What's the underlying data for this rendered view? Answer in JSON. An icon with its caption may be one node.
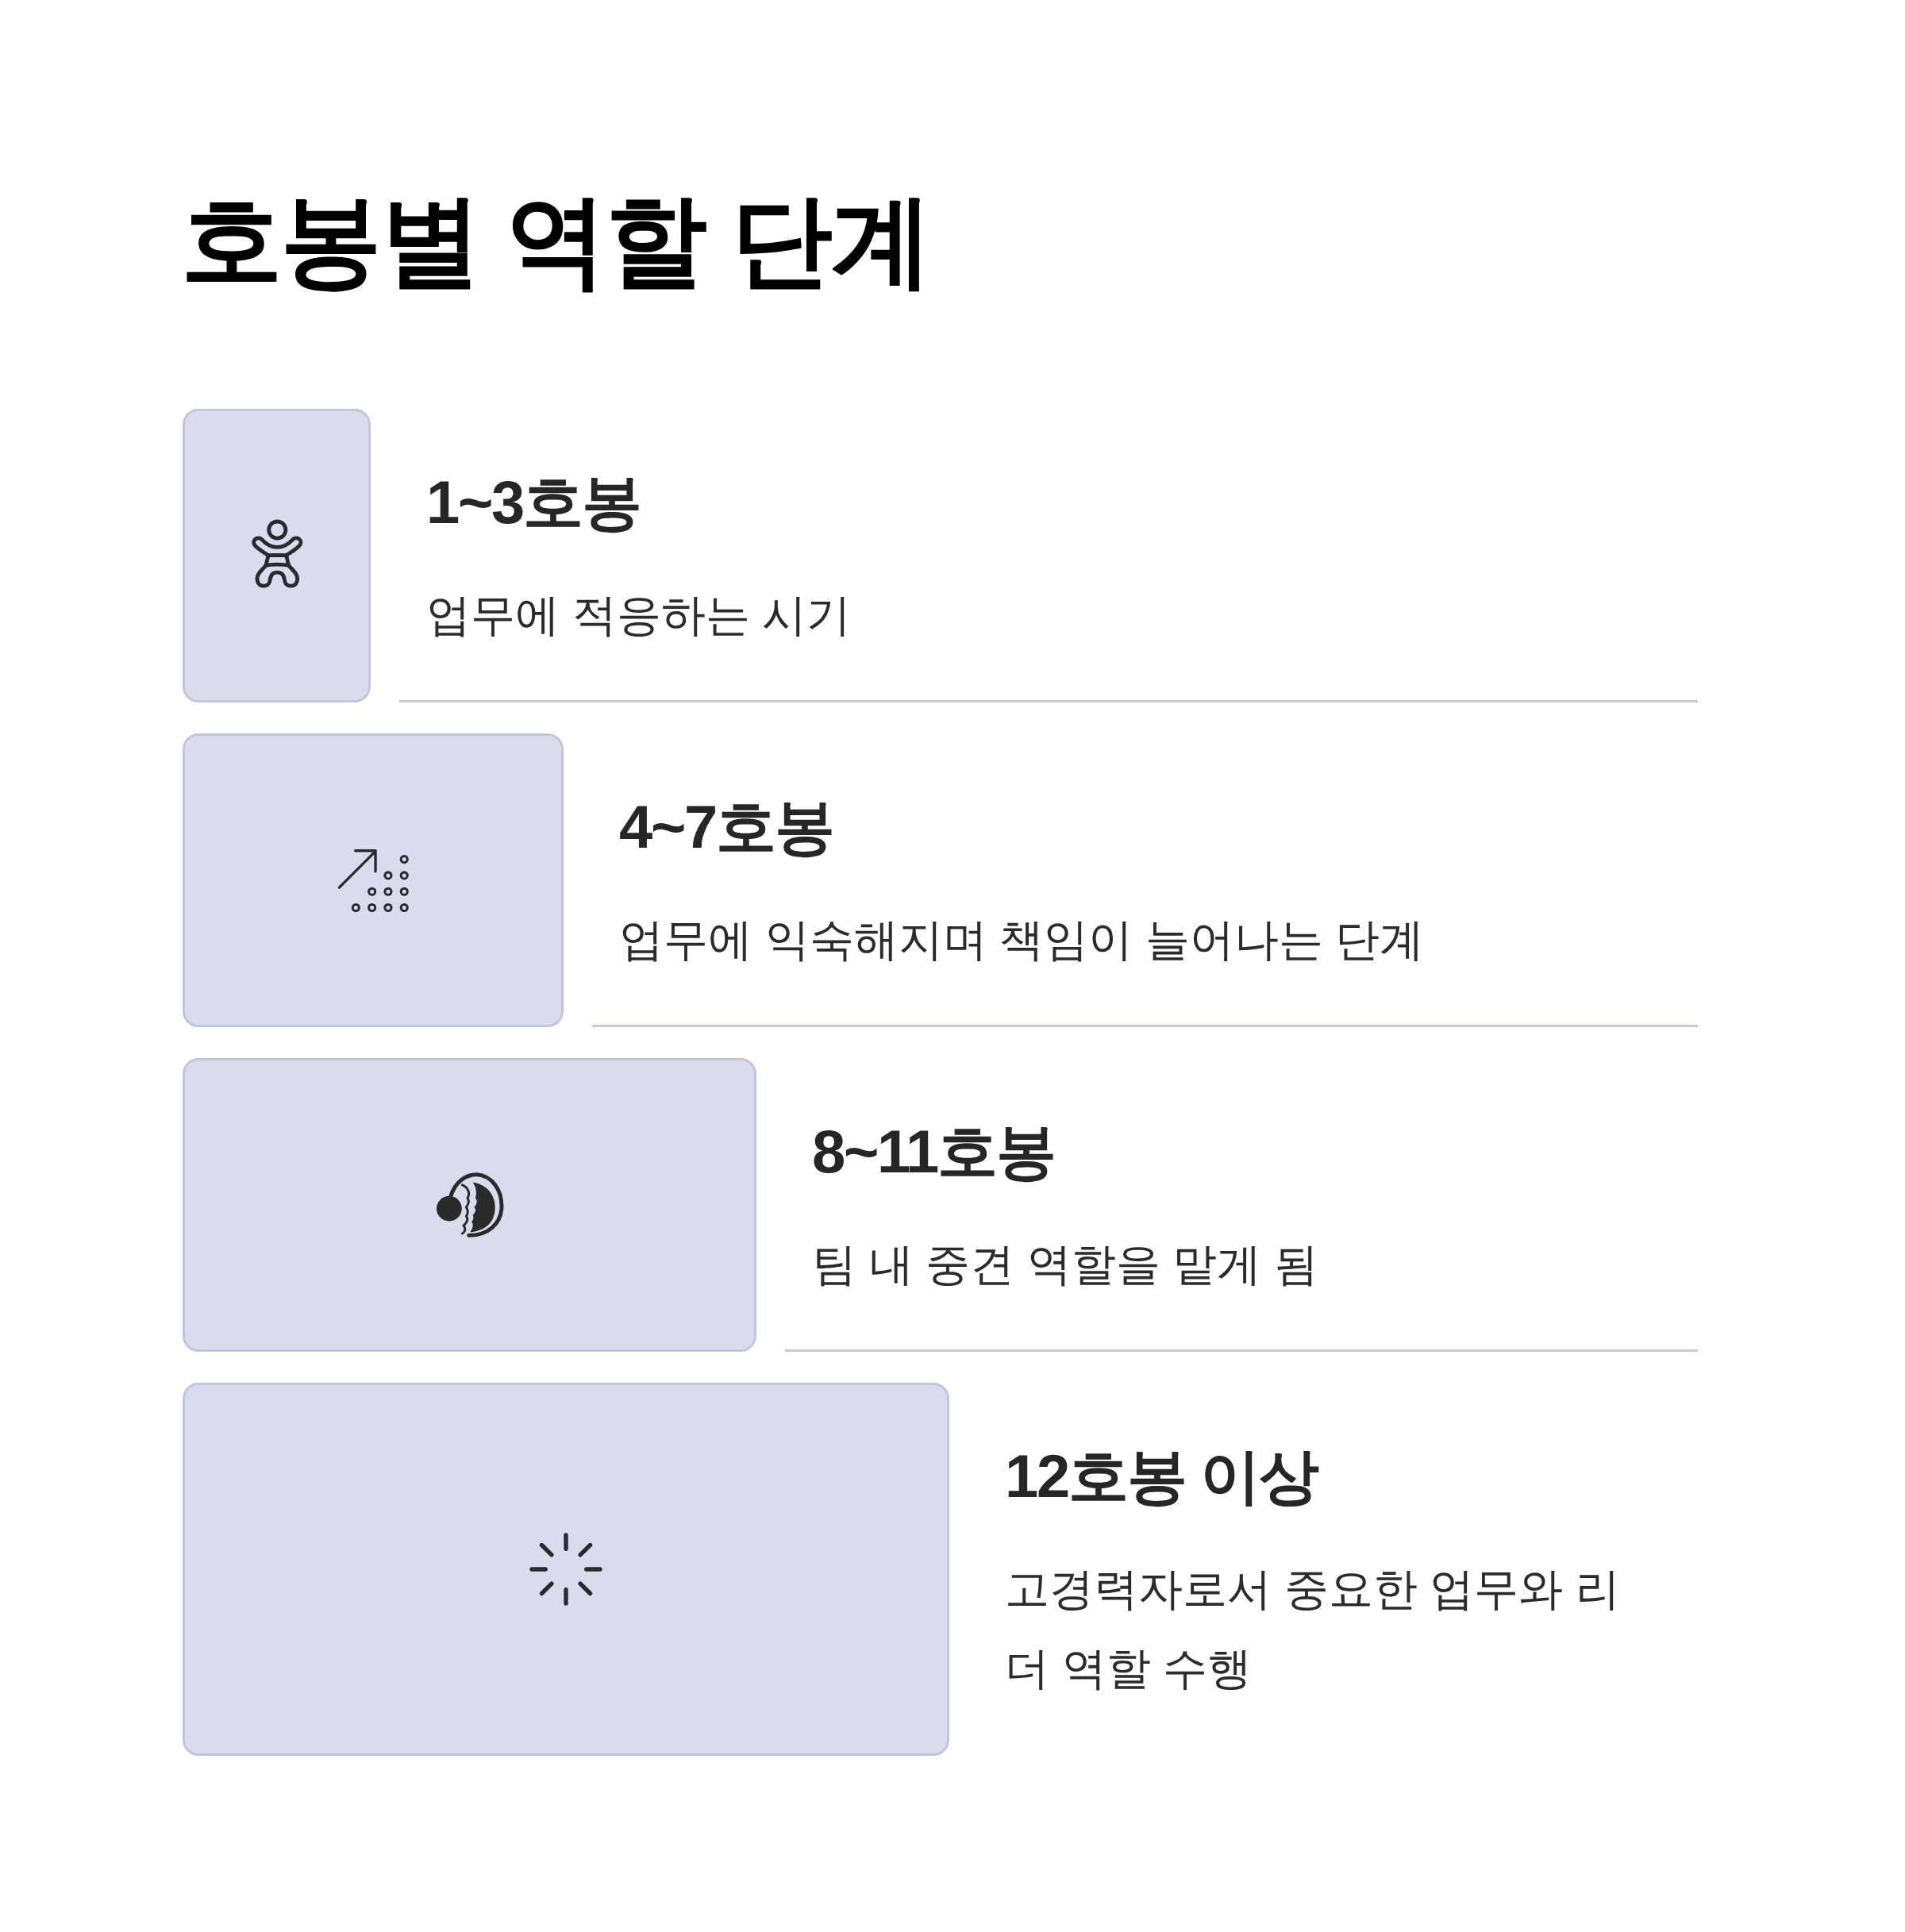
{
  "diagram": {
    "title": "호봉별 역할 단계",
    "nodes": [
      {
        "text": [
          "1~3호봉",
          "업무에 적응하는 시기"
        ]
      },
      {
        "text": [
          "4~7호봉",
          "업무에 익숙해지며 책임이 늘어나는 단계"
        ]
      },
      {
        "text": [
          "8~11호봉",
          "팀 내 중견 역할을 맡게 됨"
        ]
      },
      {
        "text": [
          "12호봉 이상",
          "고경력자로서 중요한 업무와 리더 역할 수행"
        ]
      }
    ]
  }
}
